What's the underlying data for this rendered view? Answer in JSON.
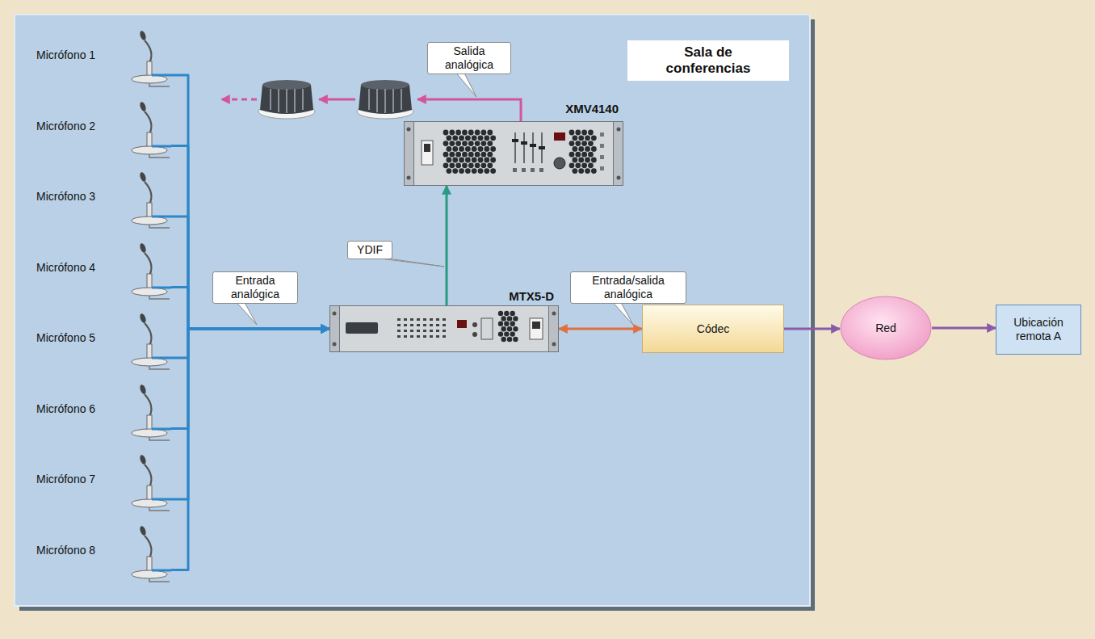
{
  "diagram": {
    "nodes": [
      {
        "text": [
          "Sala de conferencias"
        ]
      },
      {
        "text": [
          "Micrófono 1"
        ],
        "in": 0
      },
      {
        "text": [
          "Micrófono 2"
        ],
        "in": 0
      },
      {
        "text": [
          "Micrófono 3"
        ],
        "in": 0
      },
      {
        "text": [
          "Micrófono 4"
        ],
        "in": 0
      },
      {
        "text": [
          "Micrófono 5"
        ],
        "in": 0
      },
      {
        "text": [
          "Micrófono 6"
        ],
        "in": 0
      },
      {
        "text": [
          "Micrófono 7"
        ],
        "in": 0
      },
      {
        "text": [
          "Micrófono 8"
        ],
        "in": 0
      },
      {
        "text": [
          "XMV4140"
        ],
        "in": 0
      },
      {
        "text": [
          "MTX5-D"
        ],
        "in": 0
      },
      {
        "text": [
          "Códec"
        ],
        "in": 0
      },
      {
        "text": [
          "Red"
        ]
      },
      {
        "text": [
          "Ubicación remota A"
        ]
      }
    ],
    "edges": [
      {
        "from": 1,
        "to": 10,
        "arrow": "to"
      },
      {
        "from": 2,
        "to": 10,
        "arrow": "to"
      },
      {
        "from": 3,
        "to": 10,
        "arrow": "to"
      },
      {
        "from": 4,
        "to": 10,
        "arrow": "to"
      },
      {
        "from": 5,
        "to": 10,
        "arrow": "to",
        "label": "Entrada analógica"
      },
      {
        "from": 6,
        "to": 10,
        "arrow": "to"
      },
      {
        "from": 7,
        "to": 10,
        "arrow": "to"
      },
      {
        "from": 8,
        "to": 10,
        "arrow": "to"
      },
      {
        "from": 10,
        "to": 9,
        "arrow": "to",
        "label": "YDIF"
      },
      {
        "from": 10,
        "to": 11,
        "arrow": "both",
        "label": "Entrada/salida analógica"
      },
      {
        "from": 11,
        "to": 12,
        "arrow": "to"
      },
      {
        "from": 12,
        "to": 13,
        "arrow": "to"
      }
    ],
    "labels": [
      "Salida analógica"
    ]
  }
}
